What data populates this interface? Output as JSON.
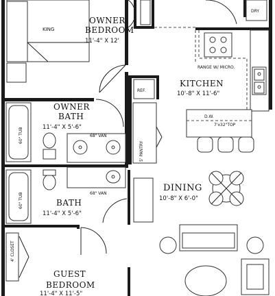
{
  "rooms": {
    "owner_bedroom": {
      "name_line1": "OWNER",
      "name_line2": "BEDROOM",
      "dims": "11'-4\" X 12'"
    },
    "kitchen": {
      "name": "KITCHEN",
      "dims": "10'-8\" X 11'-6\""
    },
    "owner_bath": {
      "name_line1": "OWNER",
      "name_line2": "BATH",
      "dims": "11'-4\" X 5'-6\""
    },
    "dining": {
      "name": "DINING",
      "dims": "10'-8\" X 6'-0\""
    },
    "bath": {
      "name": "BATH",
      "dims": "11'-4\" X 5'-6\""
    },
    "guest_bedroom": {
      "name_line1": "GUEST",
      "name_line2": "BEDROOM",
      "dims": "11'-4\" X 11'-5\""
    }
  },
  "fixtures": {
    "bed": "KING",
    "dryer": "DRY",
    "range": "RANGE W/ MICRO.",
    "fridge": "REF.",
    "dishwasher": "D.W.",
    "island": "7'x32\"TOP",
    "tub_owner": "60\" TUB",
    "tub_bath": "60\" TUB",
    "vanity_owner": "68\" VAN",
    "vanity_bath": "68\" VAN",
    "pantry": "5' PANTRY",
    "closet": "4' CLOSET"
  }
}
